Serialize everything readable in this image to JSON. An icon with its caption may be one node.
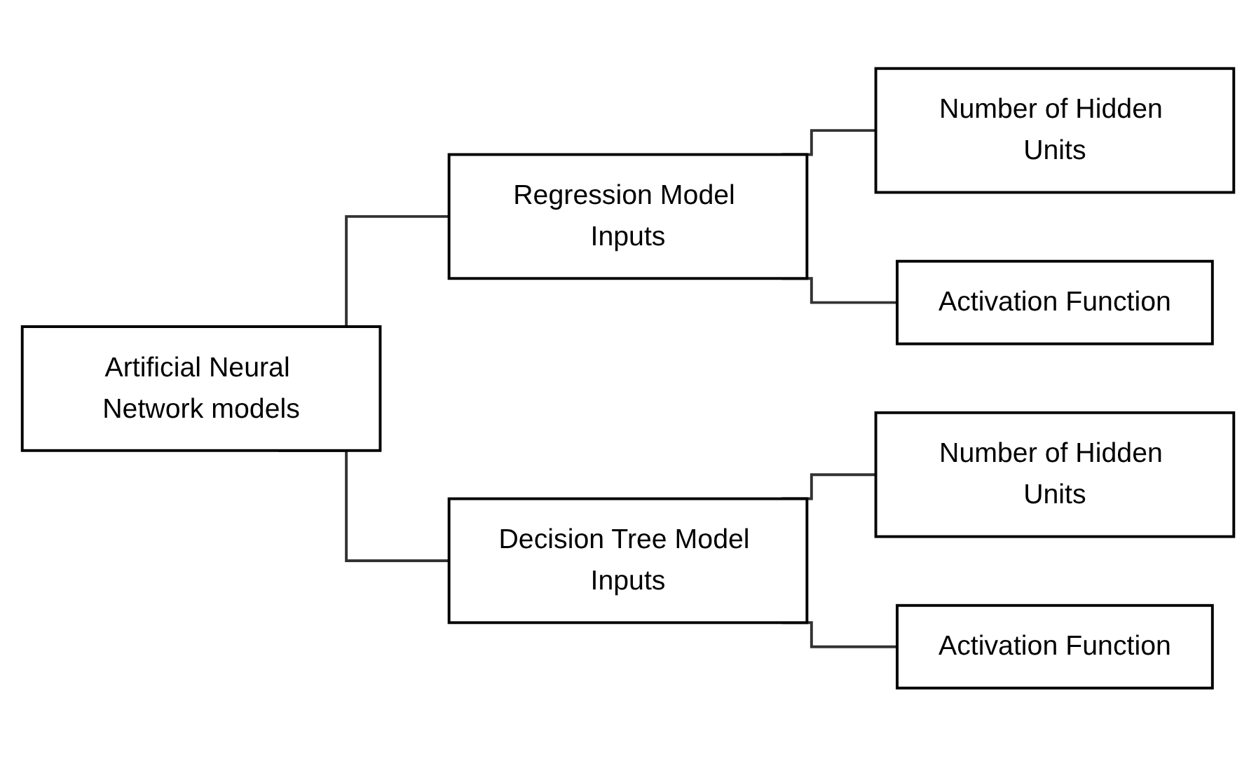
{
  "diagram": {
    "nodes": [
      {
        "text": [
          "Artificial Neural Network models"
        ]
      },
      {
        "text": [
          "Regression Model Inputs"
        ]
      },
      {
        "text": [
          "Number of Hidden Units"
        ]
      },
      {
        "text": [
          "Activation Function"
        ]
      },
      {
        "text": [
          "Decision Tree Model Inputs"
        ]
      },
      {
        "text": [
          "Number of Hidden Units"
        ]
      },
      {
        "text": [
          "Activation Function"
        ]
      }
    ],
    "edges": [
      {
        "from": 0,
        "to": 1,
        "arrow": "none"
      },
      {
        "from": 0,
        "to": 4,
        "arrow": "none"
      },
      {
        "from": 1,
        "to": 2,
        "arrow": "none"
      },
      {
        "from": 1,
        "to": 3,
        "arrow": "none"
      },
      {
        "from": 4,
        "to": 5,
        "arrow": "none"
      },
      {
        "from": 4,
        "to": 6,
        "arrow": "none"
      }
    ]
  }
}
